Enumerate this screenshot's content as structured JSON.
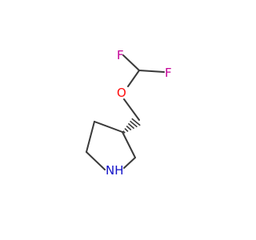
{
  "molecule": {
    "atoms": [
      {
        "id": "F1",
        "symbol": "F",
        "color": "#c40098"
      },
      {
        "id": "F2",
        "symbol": "F",
        "color": "#c40098"
      },
      {
        "id": "O1",
        "symbol": "O",
        "color": "#ff0d0d"
      },
      {
        "id": "N1",
        "symbol": "NH",
        "color": "#1010c8"
      }
    ],
    "bond_color": "#3a3a3a",
    "stereo_bond": "hashed-wedge"
  }
}
